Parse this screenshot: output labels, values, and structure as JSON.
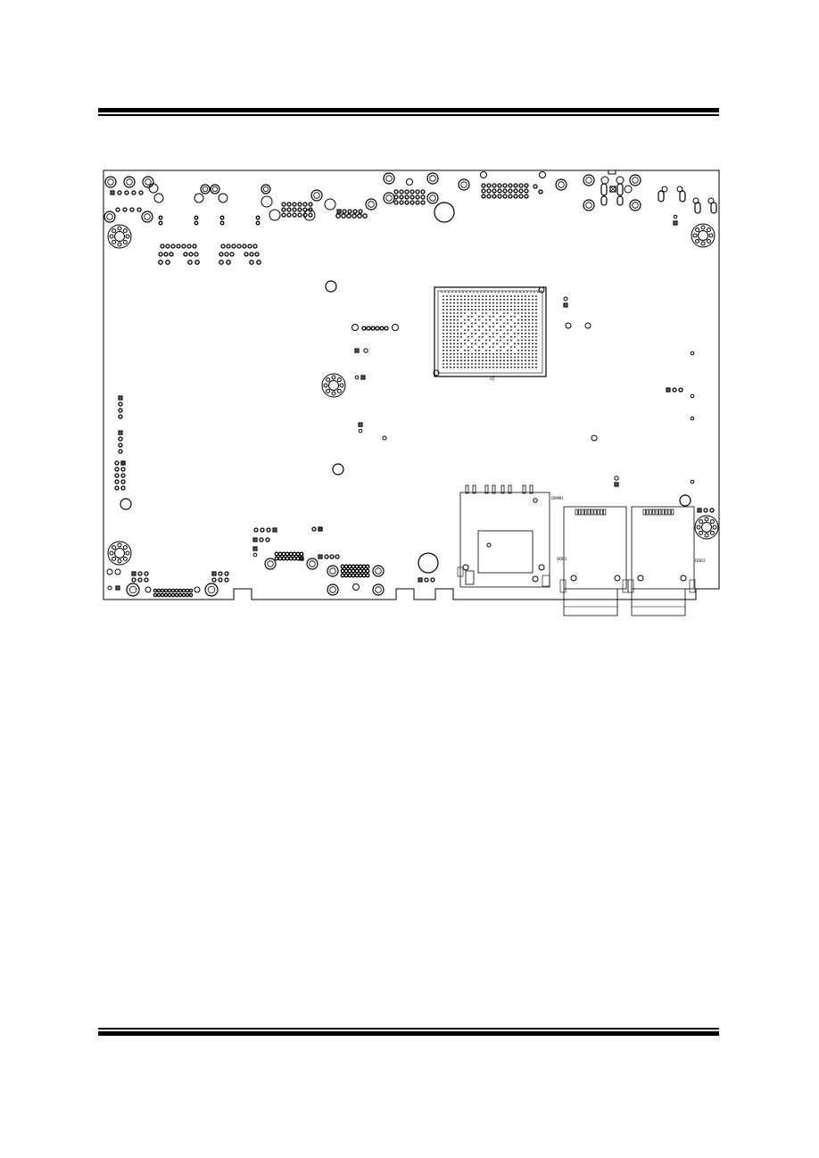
{
  "page": {
    "background": "#ffffff",
    "ink": "#000000"
  },
  "board": {
    "labels": {
      "cpu_ref": "U1",
      "memory_slot_ref": "DIMM1",
      "sodimm_a_ref": "DDR1",
      "sodimm_b_ref": "DDR2"
    }
  }
}
